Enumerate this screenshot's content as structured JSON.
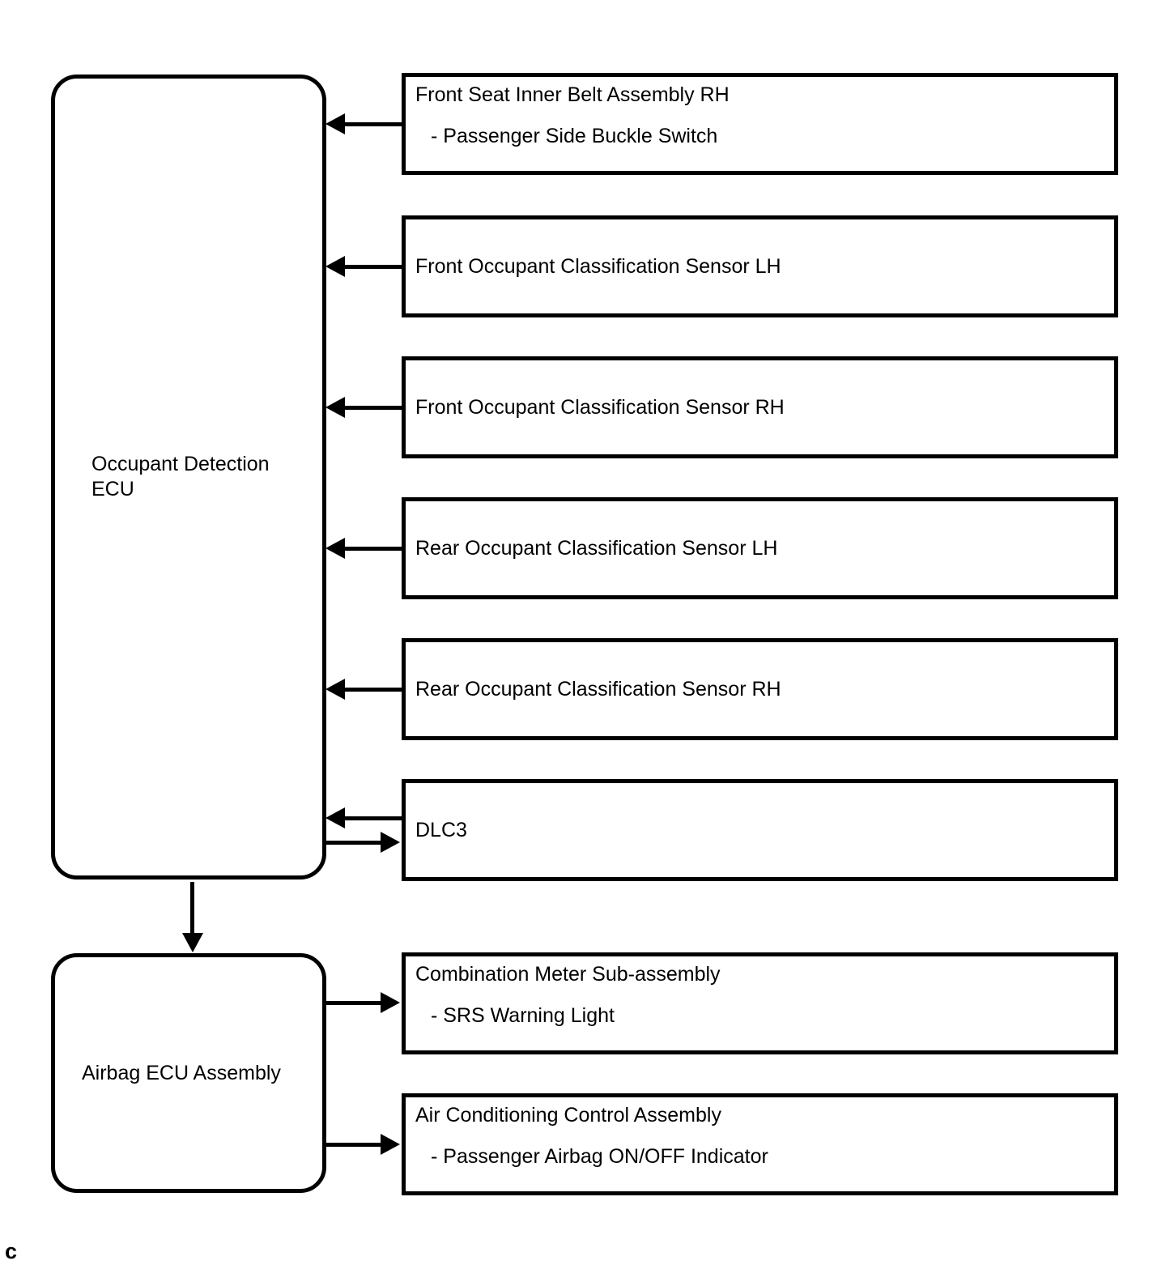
{
  "page": {
    "background_color": "#ffffff",
    "line_color": "#000000"
  },
  "nodes": {
    "occupant_detection_ecu": {
      "label": "Occupant Detection ECU"
    },
    "airbag_ecu": {
      "label": "Airbag ECU Assembly"
    }
  },
  "input_boxes": [
    {
      "title": "Front Seat Inner Belt Assembly RH",
      "detail": "- Passenger Side Buckle Switch",
      "connection": "to-ecu"
    },
    {
      "title": "Front Occupant Classification Sensor LH",
      "connection": "to-ecu"
    },
    {
      "title": "Front Occupant Classification Sensor RH",
      "connection": "to-ecu"
    },
    {
      "title": "Rear Occupant Classification Sensor LH",
      "connection": "to-ecu"
    },
    {
      "title": "Rear Occupant Classification Sensor RH",
      "connection": "to-ecu"
    },
    {
      "title": "DLC3",
      "connection": "bidirectional"
    }
  ],
  "output_boxes": [
    {
      "title": "Combination Meter Sub-assembly",
      "detail": "- SRS Warning Light",
      "connection": "from-airbag-ecu"
    },
    {
      "title": "Air Conditioning Control Assembly",
      "detail": "- Passenger Airbag ON/OFF Indicator",
      "connection": "from-airbag-ecu"
    }
  ],
  "ecu_to_airbag_connection": "down",
  "footer": {
    "corner_mark": "c"
  }
}
